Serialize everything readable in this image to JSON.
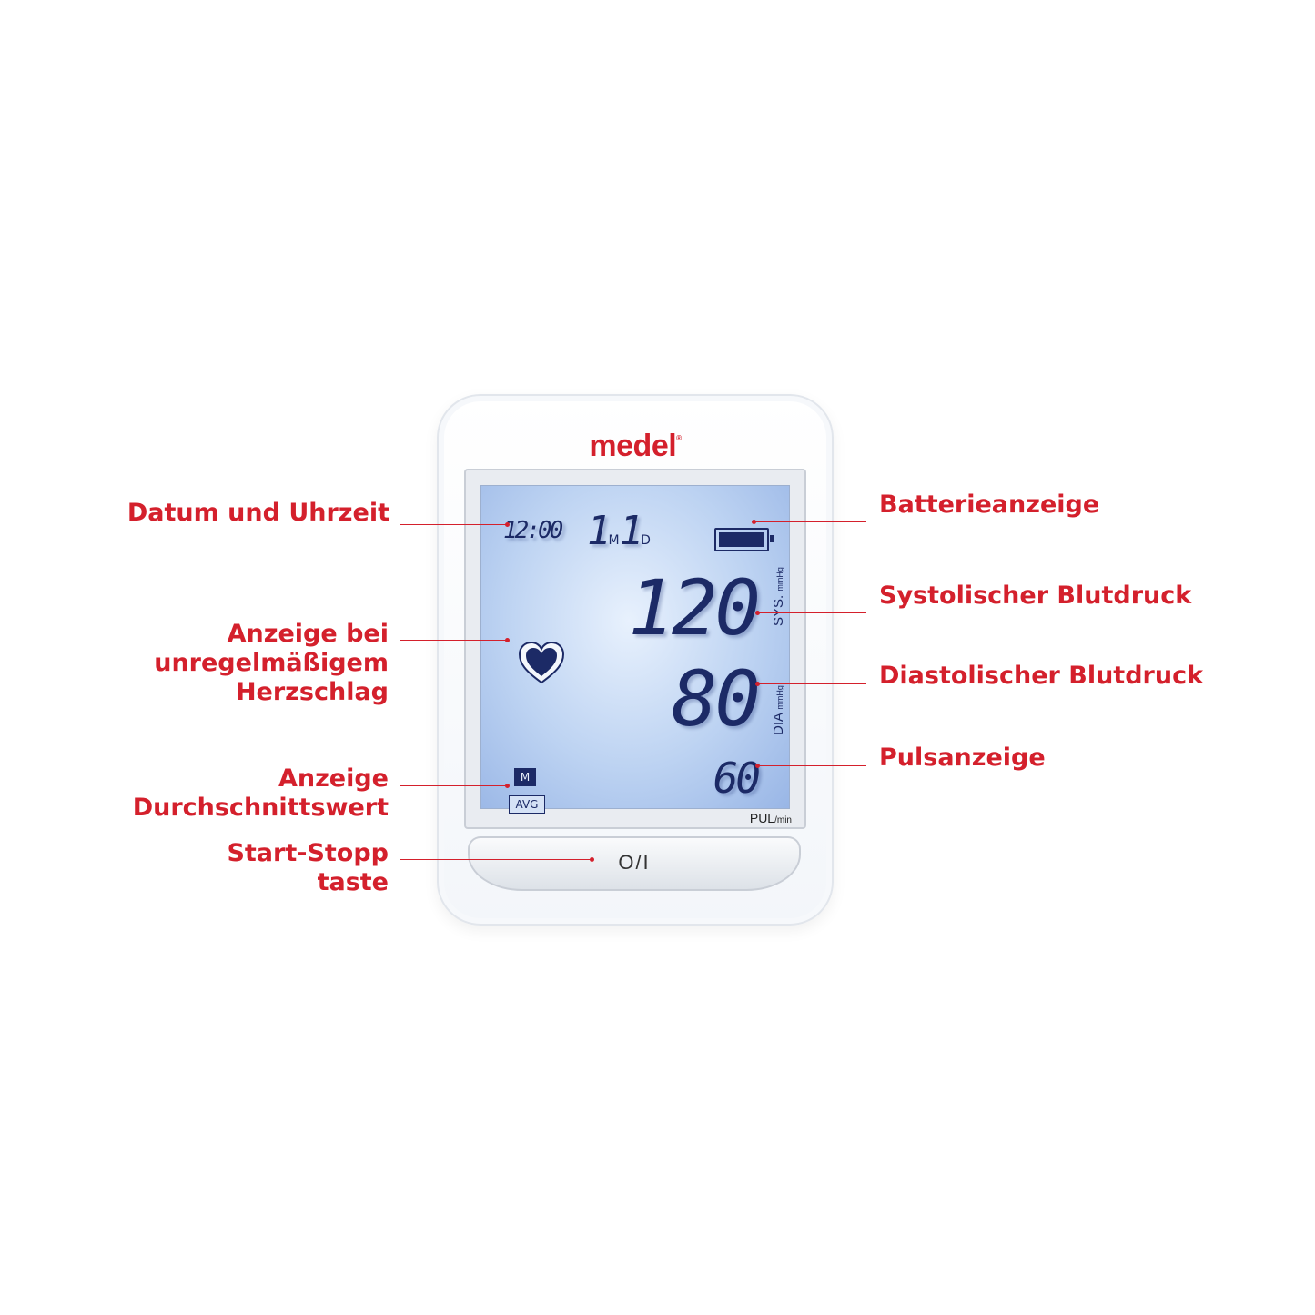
{
  "device": {
    "brand": "medel",
    "brand_mark": "®",
    "display": {
      "time": "12:00",
      "date_month": "1",
      "date_month_unit": "M",
      "date_day": "1",
      "date_day_unit": "D",
      "systolic": "120",
      "systolic_label": "SYS.",
      "systolic_unit": "mmHg",
      "diastolic": "80",
      "diastolic_label": "DIA",
      "diastolic_unit": "mmHg",
      "pulse": "60",
      "memory_indicator": "M",
      "average_indicator": "AVG",
      "battery_level": 1.0,
      "heart_icon": "heart-icon"
    },
    "pulse_label": "PUL",
    "pulse_unit": "/min",
    "start_button": "O/I"
  },
  "annotations": {
    "date_time": "Datum und Uhrzeit",
    "irregular_heartbeat": [
      "Anzeige bei",
      "unregelmäßigem",
      "Herzschlag"
    ],
    "average": [
      "Anzeige",
      "Durchschnittswert"
    ],
    "start_stop": [
      "Start-Stopp",
      "taste"
    ],
    "battery": "Batterieanzeige",
    "systolic": "Systolischer Blutdruck",
    "diastolic": "Diastolischer Blutdruck",
    "pulse": "Pulsanzeige"
  },
  "colors": {
    "accent": "#d4202c",
    "lcd_segment": "#1c2a66",
    "lcd_background": "#bdd3f2"
  }
}
